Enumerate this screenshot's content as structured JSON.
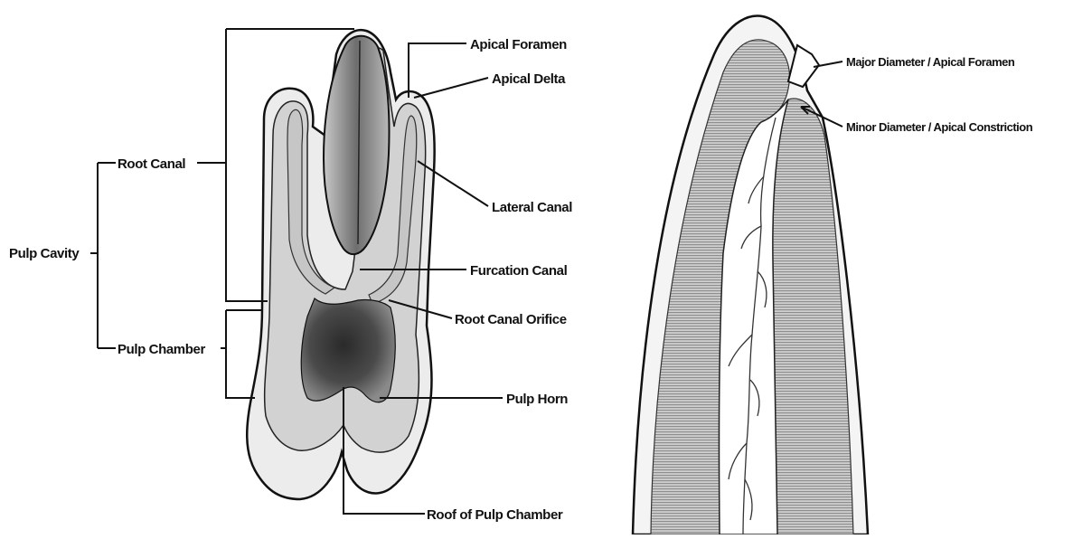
{
  "left_diagram": {
    "labels": {
      "pulp_cavity": "Pulp Cavity",
      "root_canal": "Root Canal",
      "pulp_chamber": "Pulp Chamber",
      "apical_foramen": "Apical Foramen",
      "apical_delta": "Apical Delta",
      "lateral_canal": "Lateral Canal",
      "furcation_canal": "Furcation Canal",
      "root_canal_orifice": "Root Canal Orifice",
      "pulp_horn": "Pulp Horn",
      "roof_of_pulp_chamber": "Roof of Pulp Chamber"
    }
  },
  "right_diagram": {
    "labels": {
      "major_diameter": "Major Diameter / Apical Foramen",
      "minor_diameter": "Minor Diameter / Apical Constriction"
    }
  },
  "colors": {
    "outline": "#111111",
    "enamel_light": "#ececec",
    "dentin_gray": "#d2d2d2",
    "pulp_dark": "#3a3a3a",
    "dentin_stripe": "#9a9a9a"
  }
}
